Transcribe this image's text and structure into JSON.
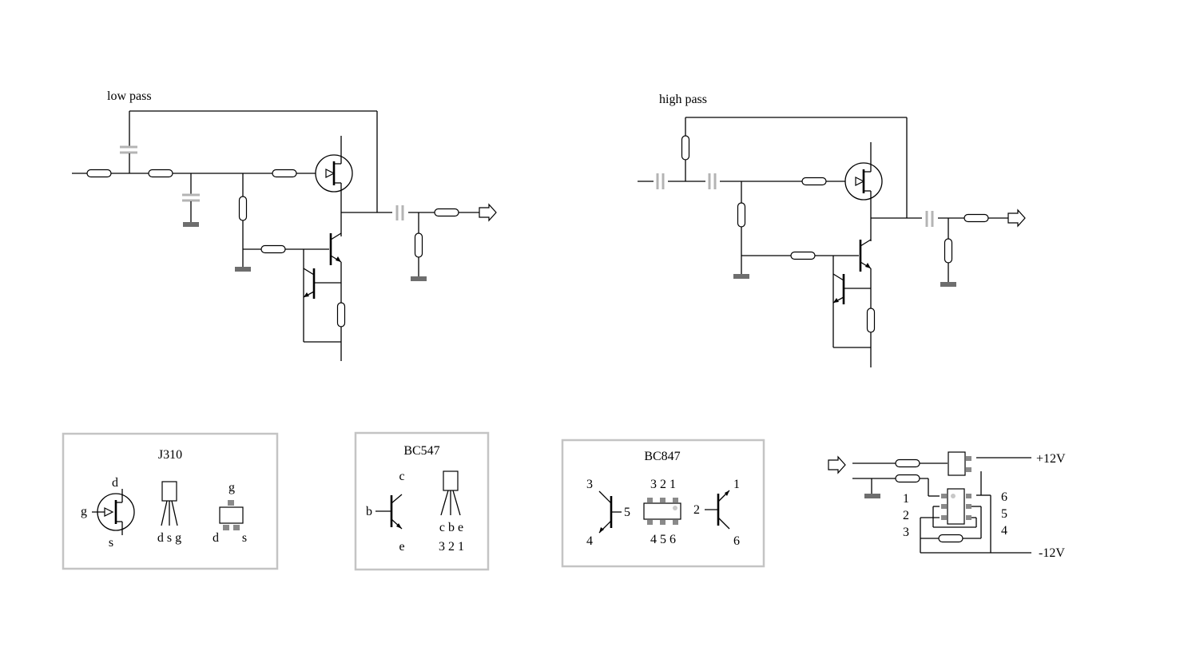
{
  "low_pass": {
    "title": "low pass"
  },
  "high_pass": {
    "title": "high pass"
  },
  "j310": {
    "title": "J310",
    "pins": {
      "d": "d",
      "g": "g",
      "s": "s"
    },
    "to92_pins": "d s g",
    "sot_pins": {
      "top": "g",
      "left": "d",
      "right": "s"
    }
  },
  "bc547": {
    "title": "BC547",
    "pins": {
      "c": "c",
      "b": "b",
      "e": "e"
    },
    "to92_names": "c b e",
    "to92_numbers": "3 2 1"
  },
  "bc847": {
    "title": "BC847",
    "left_pins": {
      "top": "3",
      "mid": "5",
      "bot": "4"
    },
    "pkg_top": "3 2 1",
    "pkg_bot": "4 5 6",
    "right_pins": {
      "top": "1",
      "mid": "2",
      "bot": "6"
    }
  },
  "supply": {
    "pos": "+12V",
    "neg": "-12V",
    "left_pins": [
      "1",
      "2",
      "3"
    ],
    "right_pins": [
      "6",
      "5",
      "4"
    ]
  }
}
